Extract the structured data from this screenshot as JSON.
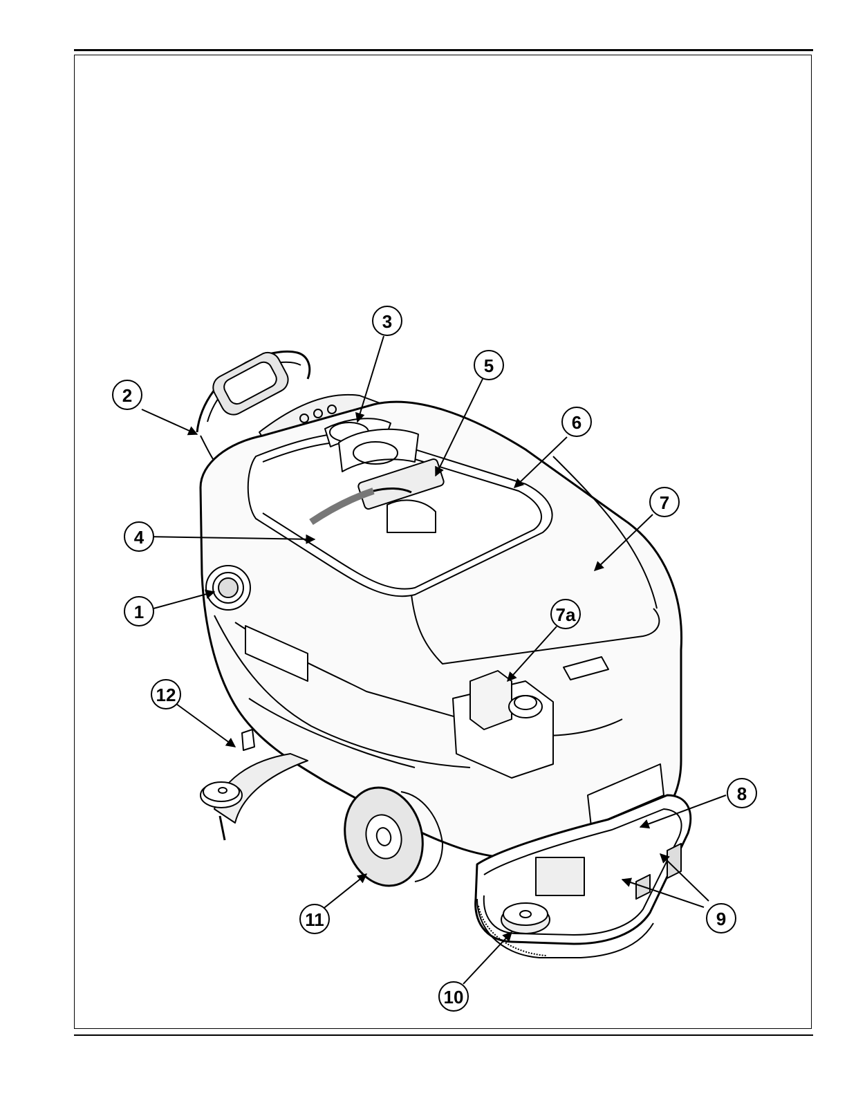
{
  "diagram": {
    "callouts": [
      {
        "id": "c3",
        "label": "3"
      },
      {
        "id": "c5",
        "label": "5"
      },
      {
        "id": "c2",
        "label": "2"
      },
      {
        "id": "c6",
        "label": "6"
      },
      {
        "id": "c7",
        "label": "7"
      },
      {
        "id": "c4",
        "label": "4"
      },
      {
        "id": "c1",
        "label": "1"
      },
      {
        "id": "c7a",
        "label": "7a"
      },
      {
        "id": "c12",
        "label": "12"
      },
      {
        "id": "c8",
        "label": "8"
      },
      {
        "id": "c9",
        "label": "9"
      },
      {
        "id": "c11",
        "label": "11"
      },
      {
        "id": "c10",
        "label": "10"
      }
    ]
  },
  "colors": {
    "line": "#000000",
    "background": "#ffffff",
    "shade": "#d9d9d9"
  }
}
